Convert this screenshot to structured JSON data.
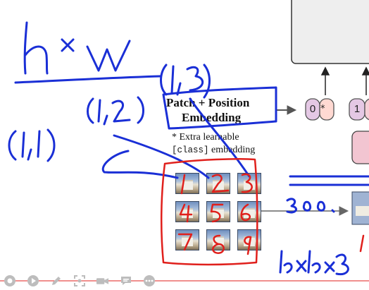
{
  "figure": {
    "embedding_title_line1": "Patch + Position",
    "embedding_title_line2": "Embedding",
    "note_line1": "* Extra learnable",
    "note_line2_mono": "[class]",
    "note_line2_rest": " embedding",
    "token_labels": [
      "0",
      "1"
    ],
    "token_star": "*"
  },
  "annotations": {
    "hxw": "h×w",
    "coord_1_3": "(1,3)",
    "coord_1_2": "(1,2)",
    "coord_1_1": "(1,1)",
    "patch_numbers": [
      "1",
      "2",
      "3",
      "4",
      "5",
      "6",
      "7",
      "8",
      "9"
    ],
    "three_dot": "3oo.",
    "dims": "16×16×3",
    "ink_color": "#1a2fd6",
    "red_color": "#e0201c"
  },
  "toolbar": {
    "icons": [
      "record-icon",
      "play-icon",
      "pen-icon",
      "screenshot-icon",
      "camera-icon",
      "comment-icon",
      "more-icon"
    ]
  },
  "colors": {
    "token_fill": "#e4c8e4",
    "token_stroke": "#555555",
    "box_fill": "#eeeeee",
    "arrow": "#555555"
  }
}
